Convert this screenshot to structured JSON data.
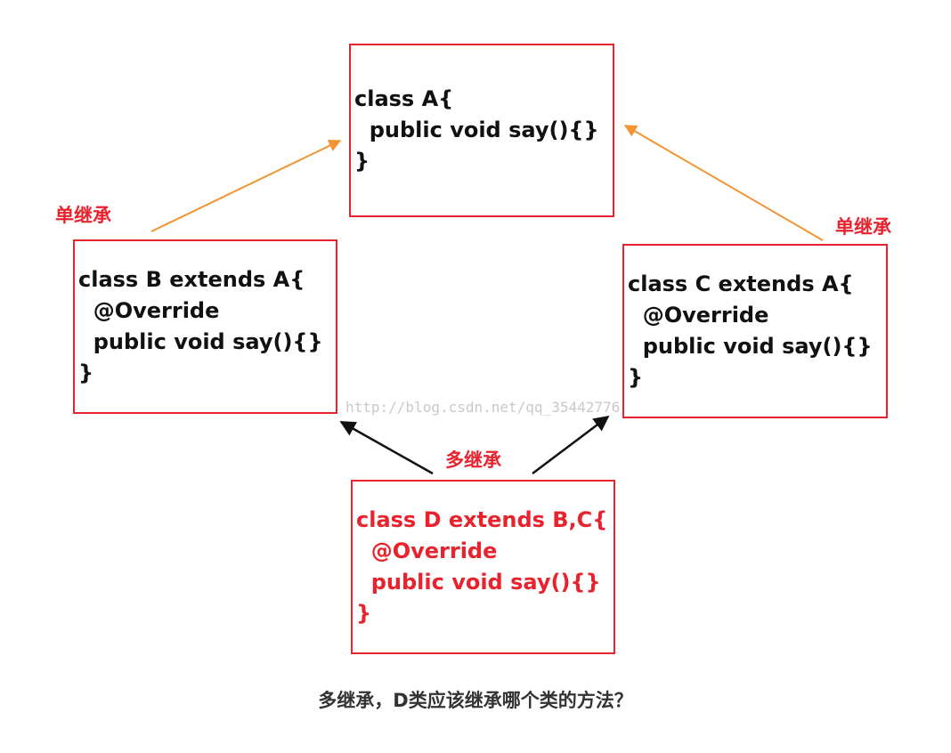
{
  "colors": {
    "box_border": "#e8232e",
    "label_red": "#e8232e",
    "arrow_single": "#f39332",
    "arrow_multi": "#111111",
    "caption": "#333333",
    "watermark": "#c9c9c9"
  },
  "classes": {
    "a": {
      "lines": [
        "class A{",
        "  public void say(){}",
        "}"
      ]
    },
    "b": {
      "lines": [
        "class B extends A{",
        "  @Override",
        "  public void say(){}",
        "}"
      ]
    },
    "c": {
      "lines": [
        "class C extends A{",
        "  @Override",
        "  public void say(){}",
        "}"
      ]
    },
    "d": {
      "lines": [
        "class D extends B,C{",
        "  @Override",
        "  public void say(){}",
        "}"
      ]
    }
  },
  "labels": {
    "single_left": "单继承",
    "single_right": "单继承",
    "multi": "多继承"
  },
  "watermark": "http://blog.csdn.net/qq_35442776",
  "caption": "多继承，D类应该继承哪个类的方法？"
}
